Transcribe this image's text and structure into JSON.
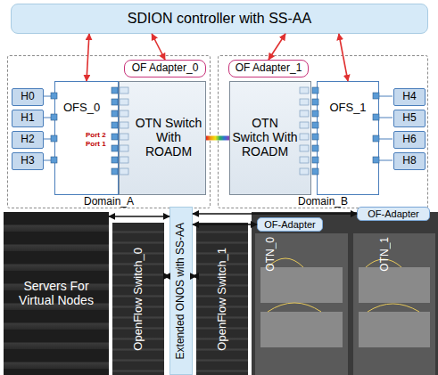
{
  "diagram": {
    "nodes": [
      {
        "text": [
          "SDION controller with SS-AA"
        ]
      },
      {
        "text": [
          "Domain_A"
        ]
      },
      {
        "text": [
          "H0"
        ],
        "in": 1
      },
      {
        "text": [
          "H1"
        ],
        "in": 1
      },
      {
        "text": [
          "H2"
        ],
        "in": 1
      },
      {
        "text": [
          "H3"
        ],
        "in": 1
      },
      {
        "text": [
          "OFS_0"
        ],
        "in": 1
      },
      {
        "text": [
          "OF Adapter_0"
        ],
        "in": 1
      },
      {
        "text": [
          "OTN Switch With ROADM"
        ],
        "in": 1
      },
      {
        "text": [
          "Domain_B"
        ]
      },
      {
        "text": [
          "OF Adapter_1"
        ],
        "in": 9
      },
      {
        "text": [
          "OTN Switch With ROADM"
        ],
        "in": 9
      },
      {
        "text": [
          "OFS_1"
        ],
        "in": 9
      },
      {
        "text": [
          "H4"
        ],
        "in": 9
      },
      {
        "text": [
          "H5"
        ],
        "in": 9
      },
      {
        "text": [
          "H6"
        ],
        "in": 9
      },
      {
        "text": [
          "H8"
        ],
        "in": 9
      },
      {
        "text": [
          "Servers For Virtual Nodes"
        ]
      },
      {
        "text": [
          "OpenFlow Switch_0"
        ]
      },
      {
        "text": [
          "Extended ONOS with SS-AA"
        ]
      },
      {
        "text": [
          "OpenFlow Switch_1"
        ]
      },
      {
        "text": [
          "OF-Adapter"
        ]
      },
      {
        "text": [
          "OF-Adapter"
        ]
      }
    ],
    "edges": [
      {
        "from": 0,
        "to": 6,
        "arrow": "both"
      },
      {
        "from": 0,
        "to": 7,
        "arrow": "both"
      },
      {
        "from": 0,
        "to": 10,
        "arrow": "both"
      },
      {
        "from": 0,
        "to": 12,
        "arrow": "both"
      },
      {
        "from": 8,
        "to": 11,
        "arrow": "none"
      },
      {
        "from": 17,
        "to": 19,
        "arrow": "both"
      },
      {
        "from": 18,
        "to": 19,
        "arrow": "both"
      },
      {
        "from": 19,
        "to": 20,
        "arrow": "both"
      },
      {
        "from": 19,
        "to": 21,
        "arrow": "both"
      },
      {
        "from": 19,
        "to": 22,
        "arrow": "both"
      }
    ],
    "labels": [
      "Port 2",
      "Port 1",
      "OTN_0",
      "OTN_1"
    ]
  }
}
